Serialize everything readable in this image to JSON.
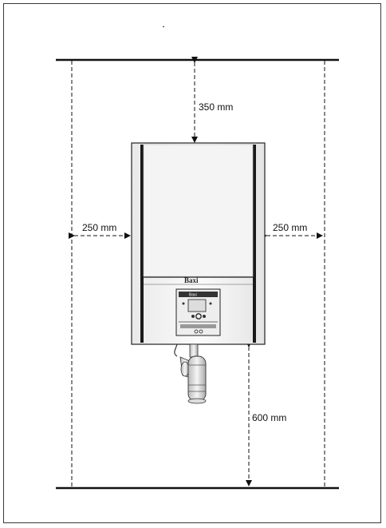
{
  "diagram": {
    "dimensions": {
      "top": "350 mm",
      "left": "250 mm",
      "right": "250 mm",
      "bottom": "600 mm"
    },
    "brand_plate": "Baxi",
    "display_brand": "Baxi"
  }
}
